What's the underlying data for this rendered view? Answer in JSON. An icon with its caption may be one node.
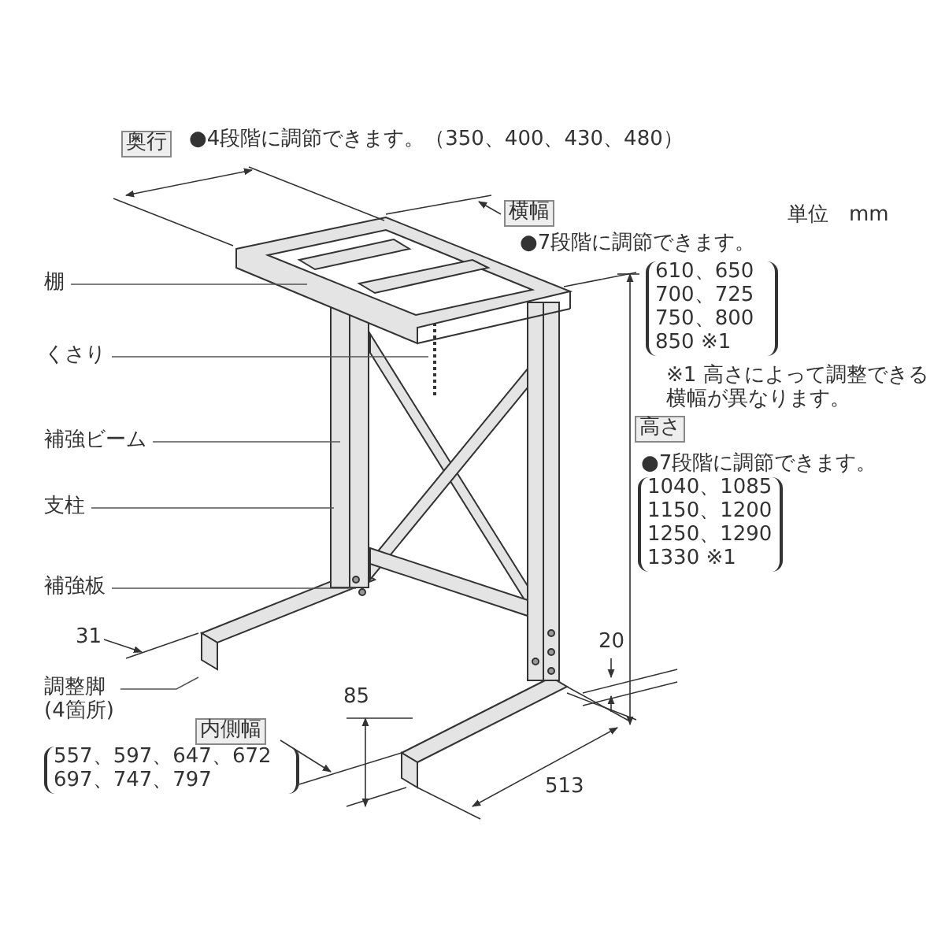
{
  "diagram": {
    "nodes": [
      {
        "text": [
          "棚"
        ]
      },
      {
        "text": [
          "くさり"
        ]
      },
      {
        "text": [
          "補強ビーム"
        ]
      },
      {
        "text": [
          "支柱"
        ]
      },
      {
        "text": [
          "補強板"
        ]
      },
      {
        "text": [
          "調整脚",
          "(4箇所)"
        ]
      }
    ],
    "edges": [
      {
        "from": 0,
        "to": null,
        "arrow": "none"
      },
      {
        "from": 1,
        "to": null,
        "arrow": "none"
      },
      {
        "from": 2,
        "to": null,
        "arrow": "none"
      },
      {
        "from": 3,
        "to": null,
        "arrow": "none"
      },
      {
        "from": 4,
        "to": null,
        "arrow": "none"
      },
      {
        "from": 5,
        "to": null,
        "arrow": "none"
      }
    ],
    "labels": [
      "奥行",
      "●4段階に調節できます。（350、400、430、480）",
      "横幅",
      "単位　mm",
      "●7段階に調節できます。",
      "610、650 700、725 750、800 850 ※1",
      "※1 高さによって調整できる横幅が異なります。",
      "高さ",
      "●7段階に調節できます。",
      "1040、1085 1150、1200 1250、1290 1330 ※1",
      "31",
      "20",
      "85",
      "内側幅",
      "557、597、647、672 697、747、797",
      "513"
    ]
  }
}
